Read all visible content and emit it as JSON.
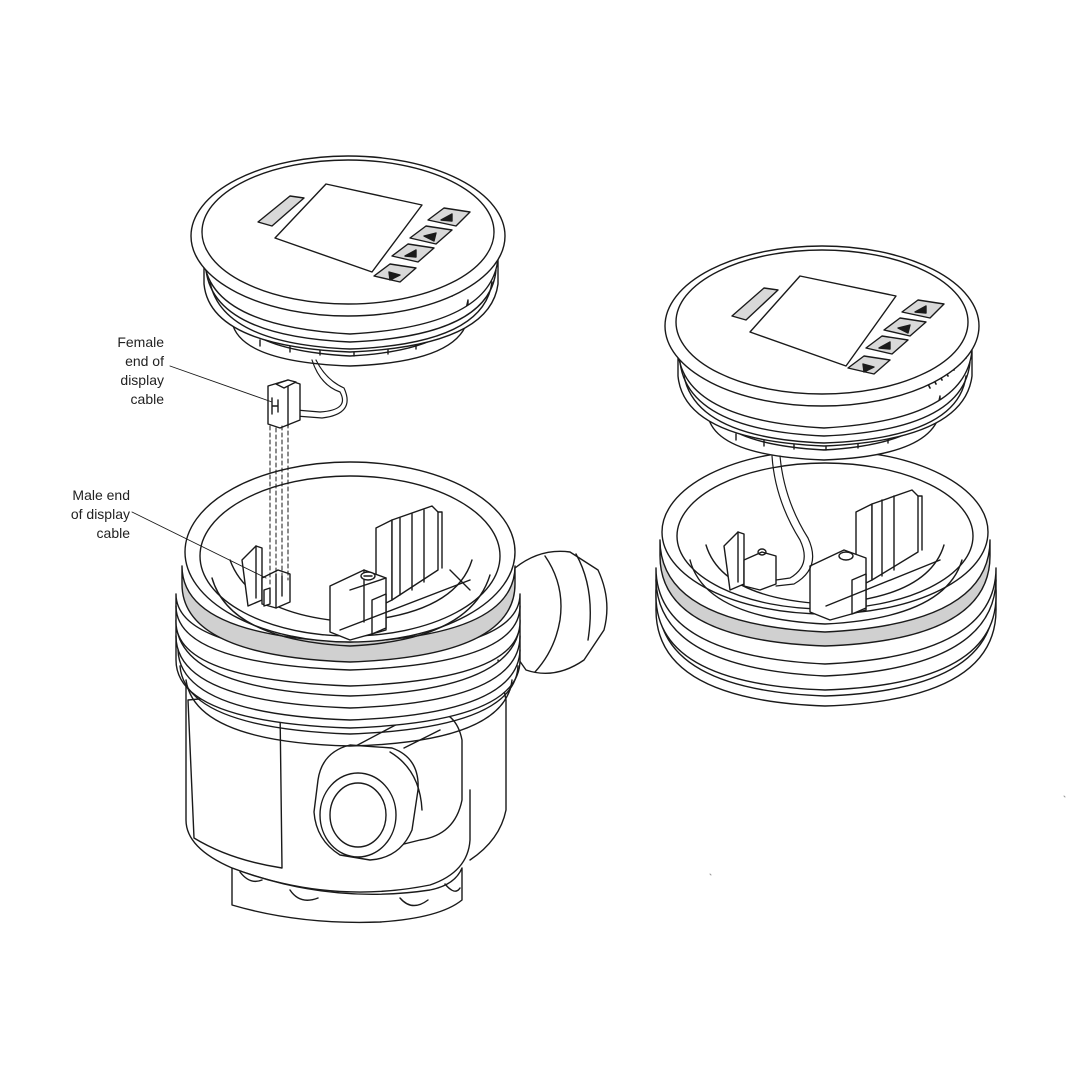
{
  "labels": {
    "female": [
      "Female",
      "end of",
      "display",
      "cable"
    ],
    "male": [
      "Male end",
      "of display",
      "cable"
    ]
  },
  "icons": [
    "up-arrow-key-icon",
    "down-arrow-key-icon",
    "enter-key-icon"
  ],
  "colors": {
    "line": "#1a1a1a",
    "key_fill": "#d9d9d9",
    "gasket": "#c8c8c8"
  }
}
